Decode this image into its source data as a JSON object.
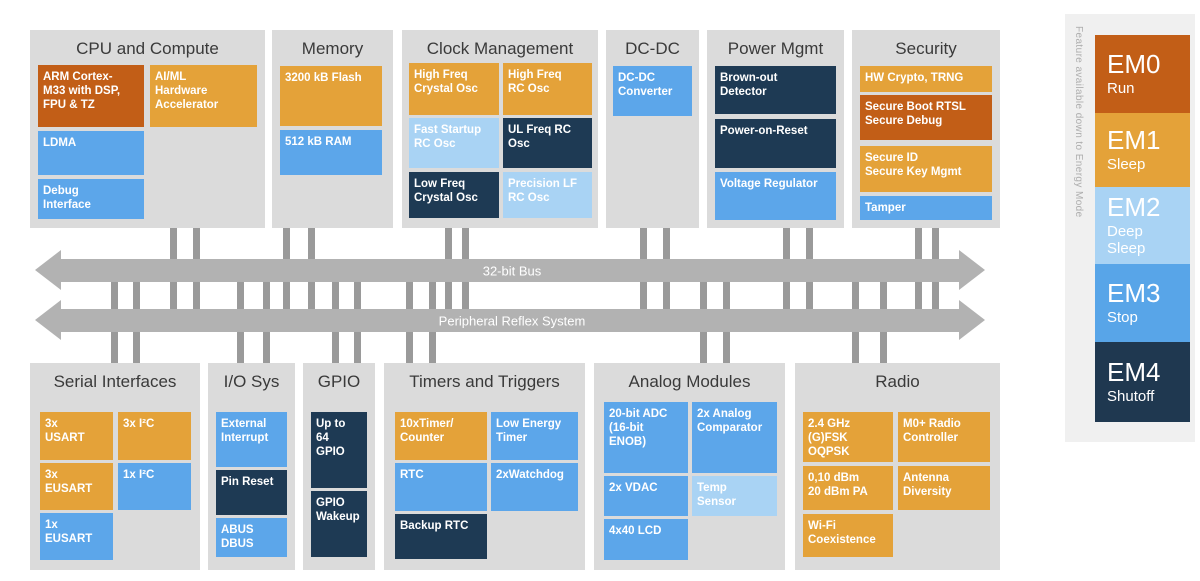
{
  "palette": {
    "gold": "#E4A239",
    "dark_orange": "#C25E17",
    "blue": "#5CA6EA",
    "light_blue": "#A9D3F4",
    "navy": "#1E3A54",
    "block_background": "#DBDBDB",
    "bus_gray": "#B2B2B2",
    "connector_gray": "#9A9A9A",
    "sidebar_background": "#F0F0F0",
    "title_text": "#3A3A3A",
    "caption_gray": "#AEAEAE"
  },
  "top_blocks": [
    {
      "title": "CPU and Compute",
      "items": [
        {
          "label": "ARM Cortex-\nM33 with DSP,\nFPU & TZ"
        },
        {
          "label": "AI/ML\nHardware\nAccelerator"
        },
        {
          "label": "LDMA"
        },
        {
          "label": "Debug\nInterface"
        }
      ]
    },
    {
      "title": "Memory",
      "items": [
        {
          "label": "3200 kB Flash"
        },
        {
          "label": "512 kB RAM"
        }
      ]
    },
    {
      "title": "Clock Management",
      "items": [
        {
          "label": "High Freq\nCrystal Osc"
        },
        {
          "label": "High Freq\nRC Osc"
        },
        {
          "label": "Fast Startup\nRC Osc"
        },
        {
          "label": "UL Freq RC\nOsc"
        },
        {
          "label": "Low Freq\nCrystal Osc"
        },
        {
          "label": "Precision LF\nRC Osc"
        }
      ]
    },
    {
      "title": "DC-DC",
      "items": [
        {
          "label": "DC-DC\nConverter"
        }
      ]
    },
    {
      "title": "Power Mgmt",
      "items": [
        {
          "label": "Brown-out\nDetector"
        },
        {
          "label": "Power-on-Reset"
        },
        {
          "label": "Voltage Regulator"
        }
      ]
    },
    {
      "title": "Security",
      "items": [
        {
          "label": "HW Crypto, TRNG"
        },
        {
          "label": "Secure Boot RTSL\nSecure Debug"
        },
        {
          "label": "Secure ID\nSecure Key Mgmt"
        },
        {
          "label": "Tamper"
        }
      ]
    }
  ],
  "buses": [
    {
      "label": "32-bit Bus"
    },
    {
      "label": "Peripheral Reflex System"
    }
  ],
  "bottom_blocks": [
    {
      "title": "Serial Interfaces",
      "items": [
        {
          "label": "3x\nUSART"
        },
        {
          "label": "3x I²C"
        },
        {
          "label": "3x\nEUSART"
        },
        {
          "label": "1x I²C"
        },
        {
          "label": "1x\nEUSART"
        }
      ]
    },
    {
      "title": "I/O Sys",
      "items": [
        {
          "label": "External\nInterrupt"
        },
        {
          "label": "Pin Reset"
        },
        {
          "label": "ABUS\nDBUS"
        }
      ]
    },
    {
      "title": "GPIO",
      "items": [
        {
          "label": "Up to\n64\nGPIO"
        },
        {
          "label": "GPIO\nWakeup"
        }
      ]
    },
    {
      "title": "Timers and Triggers",
      "items": [
        {
          "label": "10xTimer/\nCounter"
        },
        {
          "label": "Low Energy\nTimer"
        },
        {
          "label": "RTC"
        },
        {
          "label": "2xWatchdog"
        },
        {
          "label": "Backup RTC"
        }
      ]
    },
    {
      "title": "Analog Modules",
      "items": [
        {
          "label": "20-bit ADC\n(16-bit\nENOB)"
        },
        {
          "label": "2x Analog\nComparator"
        },
        {
          "label": "2x VDAC"
        },
        {
          "label": "Temp\nSensor"
        },
        {
          "label": "4x40 LCD"
        }
      ]
    },
    {
      "title": "Radio",
      "items": [
        {
          "label": "2.4 GHz\n(G)FSK\nOQPSK"
        },
        {
          "label": "M0+ Radio\nController"
        },
        {
          "label": "0,10 dBm\n20 dBm PA"
        },
        {
          "label": "Antenna\nDiversity"
        },
        {
          "label": "Wi-Fi\nCoexistence"
        }
      ]
    }
  ],
  "energy_sidebar": {
    "caption": "Feature available down to Energy Mode",
    "modes": [
      {
        "name": "EM0",
        "desc": "Run"
      },
      {
        "name": "EM1",
        "desc": "Sleep"
      },
      {
        "name": "EM2",
        "desc": "Deep\nSleep"
      },
      {
        "name": "EM3",
        "desc": "Stop"
      },
      {
        "name": "EM4",
        "desc": "Shutoff"
      }
    ]
  }
}
